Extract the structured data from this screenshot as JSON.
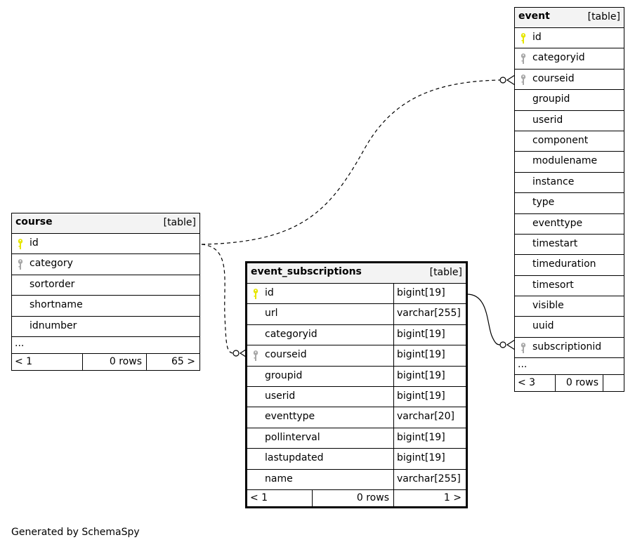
{
  "tables": {
    "event": {
      "name": "event",
      "kind": "[table]",
      "columns": [
        {
          "name": "id",
          "key": "primary"
        },
        {
          "name": "categoryid",
          "key": "foreign"
        },
        {
          "name": "courseid",
          "key": "foreign"
        },
        {
          "name": "groupid",
          "key": "none"
        },
        {
          "name": "userid",
          "key": "none"
        },
        {
          "name": "component",
          "key": "none"
        },
        {
          "name": "modulename",
          "key": "none"
        },
        {
          "name": "instance",
          "key": "none"
        },
        {
          "name": "type",
          "key": "none"
        },
        {
          "name": "eventtype",
          "key": "none"
        },
        {
          "name": "timestart",
          "key": "none"
        },
        {
          "name": "timeduration",
          "key": "none"
        },
        {
          "name": "timesort",
          "key": "none"
        },
        {
          "name": "visible",
          "key": "none"
        },
        {
          "name": "uuid",
          "key": "none"
        },
        {
          "name": "subscriptionid",
          "key": "foreign"
        }
      ],
      "ellipsis": "...",
      "footer": {
        "parents": "< 3",
        "rows": "0 rows",
        "children": ""
      }
    },
    "course": {
      "name": "course",
      "kind": "[table]",
      "columns": [
        {
          "name": "id",
          "key": "primary"
        },
        {
          "name": "category",
          "key": "foreign"
        },
        {
          "name": "sortorder",
          "key": "none"
        },
        {
          "name": "shortname",
          "key": "none"
        },
        {
          "name": "idnumber",
          "key": "none"
        }
      ],
      "ellipsis": "...",
      "footer": {
        "parents": "< 1",
        "rows": "0 rows",
        "children": "65 >"
      }
    },
    "event_subscriptions": {
      "name": "event_subscriptions",
      "kind": "[table]",
      "columns": [
        {
          "name": "id",
          "type": "bigint[19]",
          "key": "primary"
        },
        {
          "name": "url",
          "type": "varchar[255]",
          "key": "none"
        },
        {
          "name": "categoryid",
          "type": "bigint[19]",
          "key": "none"
        },
        {
          "name": "courseid",
          "type": "bigint[19]",
          "key": "foreign"
        },
        {
          "name": "groupid",
          "type": "bigint[19]",
          "key": "none"
        },
        {
          "name": "userid",
          "type": "bigint[19]",
          "key": "none"
        },
        {
          "name": "eventtype",
          "type": "varchar[20]",
          "key": "none"
        },
        {
          "name": "pollinterval",
          "type": "bigint[19]",
          "key": "none"
        },
        {
          "name": "lastupdated",
          "type": "bigint[19]",
          "key": "none"
        },
        {
          "name": "name",
          "type": "varchar[255]",
          "key": "none"
        }
      ],
      "footer": {
        "parents": "< 1",
        "rows": "0 rows",
        "children": "1 >"
      }
    }
  },
  "relationships": [
    {
      "from": "course.id",
      "to": "event.courseid",
      "style": "implied"
    },
    {
      "from": "course.id",
      "to": "event_subscriptions.courseid",
      "style": "implied"
    },
    {
      "from": "event_subscriptions.id",
      "to": "event.subscriptionid",
      "style": "real"
    }
  ],
  "colors": {
    "primary_key": "#e6e600",
    "foreign_key": "#a8a8a8",
    "header_bg": "#f3f3f3"
  },
  "credit": "Generated by SchemaSpy"
}
